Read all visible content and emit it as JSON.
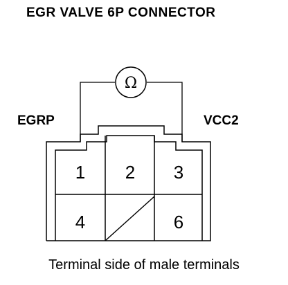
{
  "title": "EGR VALVE 6P CONNECTOR",
  "labels": {
    "left": "EGRP",
    "right": "VCC2"
  },
  "meter": {
    "symbol": "Ω",
    "icon": "ohmmeter-icon"
  },
  "terminals": [
    {
      "id": "1",
      "label": "1",
      "empty": false
    },
    {
      "id": "2",
      "label": "2",
      "empty": false
    },
    {
      "id": "3",
      "label": "3",
      "empty": false
    },
    {
      "id": "4",
      "label": "4",
      "empty": false
    },
    {
      "id": "5",
      "label": "",
      "empty": true
    },
    {
      "id": "6",
      "label": "6",
      "empty": false
    }
  ],
  "caption": "Terminal side of male terminals"
}
